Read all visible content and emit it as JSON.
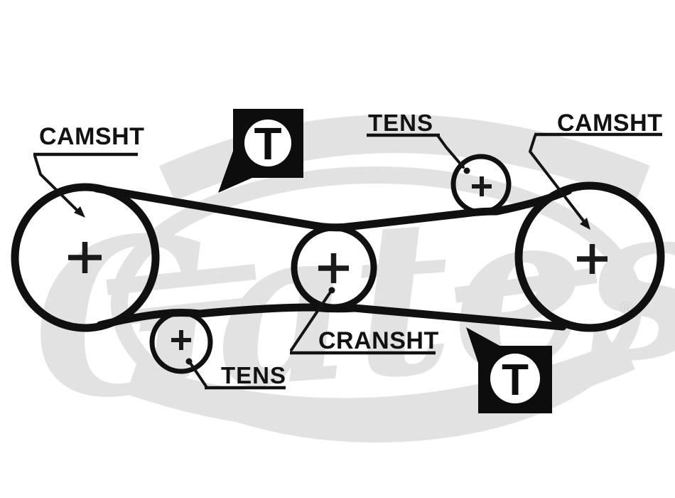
{
  "colors": {
    "background": "#ffffff",
    "ink": "#101010",
    "watermark_gray": "#e2e2e2"
  },
  "watermark": {
    "brand": "Gates",
    "registered_mark": "®"
  },
  "diagram": {
    "labels": {
      "camshaft_left": "CAMSHT",
      "camshaft_right": "CAMSHT",
      "tensioner_upper": "TENS",
      "tensioner_lower": "TENS",
      "crankshaft": "CRANSHT"
    },
    "timing_marks": {
      "top": "T",
      "bottom": "T"
    },
    "pulley_center_symbol": "+"
  }
}
